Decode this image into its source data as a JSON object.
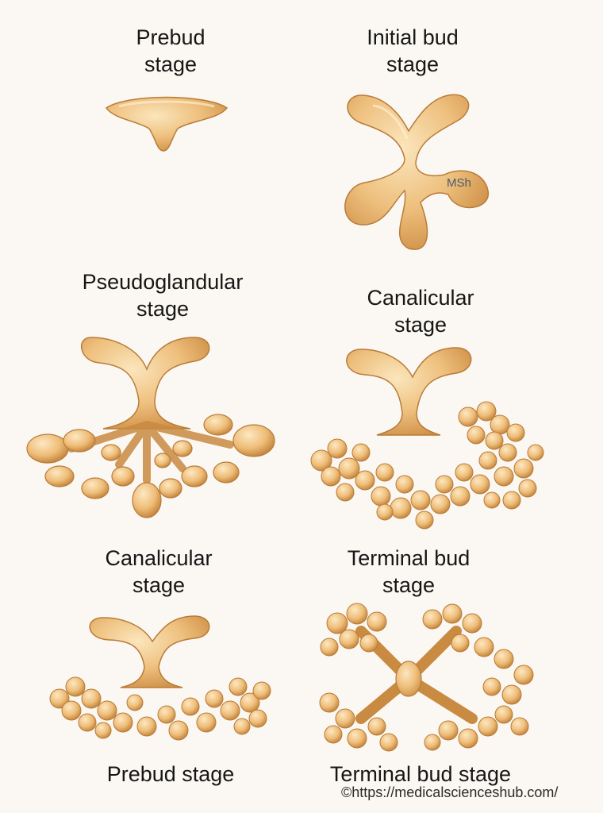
{
  "panels": [
    {
      "title_lines": [
        "Prebud",
        "stage"
      ]
    },
    {
      "title_lines": [
        "Initial bud",
        "stage"
      ],
      "annotation": "MSh"
    },
    {
      "title_lines": [
        "Pseudoglandular",
        "stage"
      ]
    },
    {
      "title_lines": [
        "Canalicular",
        "stage"
      ]
    },
    {
      "title_lines": [
        "Canalicular",
        "stage"
      ]
    },
    {
      "title_lines": [
        "Terminal bud",
        "stage"
      ]
    }
  ],
  "bottom_captions": [
    "Prebud stage",
    "Terminal bud stage"
  ],
  "credit": "©https://medicalscienceshub.com/",
  "colors": {
    "tissue_light": "#f6d9a5",
    "tissue_mid": "#e9b56e",
    "tissue_dark": "#c98a42",
    "outline": "#b97b38",
    "background": "#fbf8f3"
  }
}
